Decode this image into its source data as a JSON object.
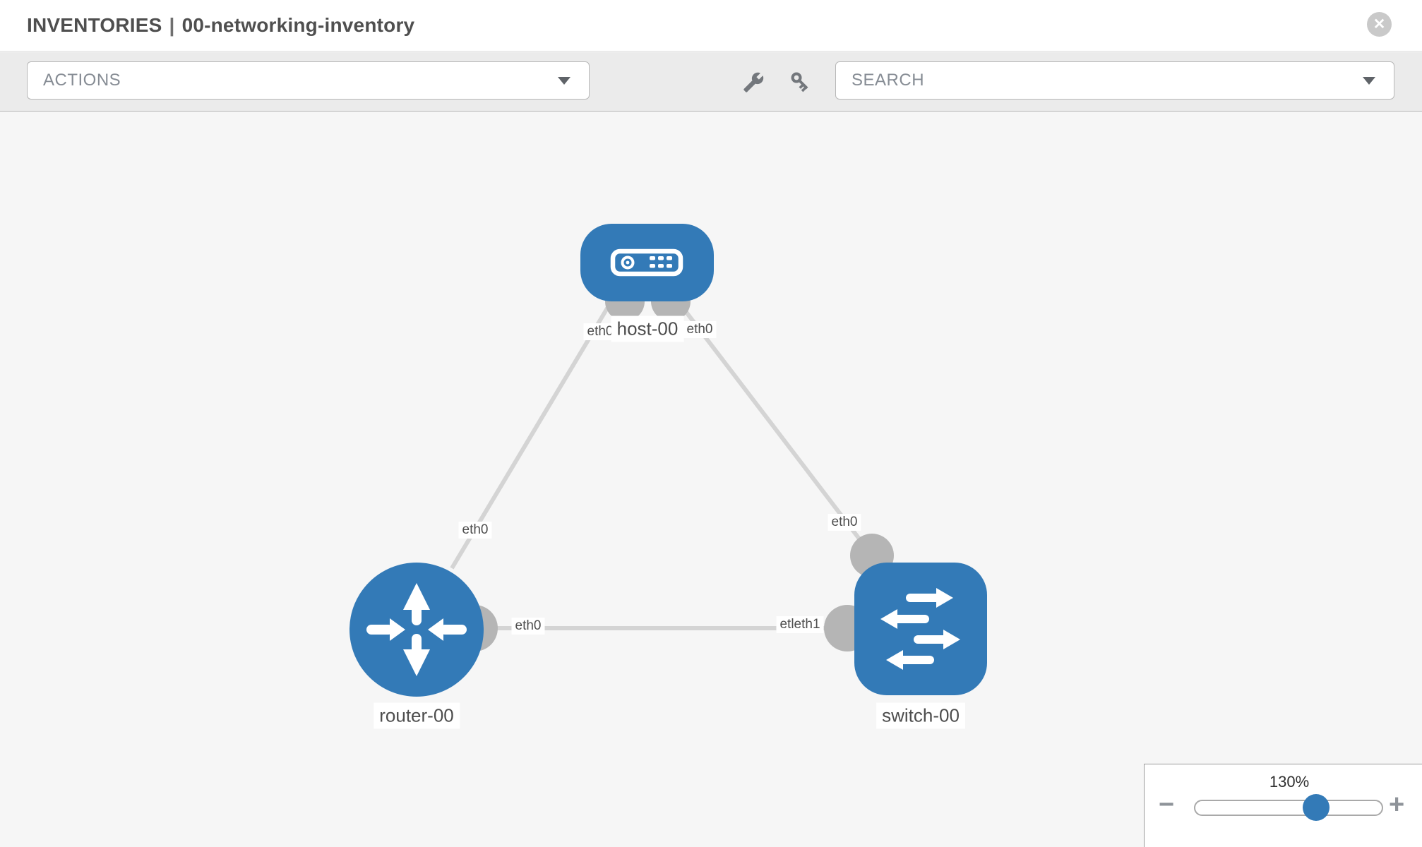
{
  "header": {
    "section": "INVENTORIES",
    "separator": "|",
    "inventory_name": "00-networking-inventory",
    "close_glyph": "✕"
  },
  "toolbar": {
    "actions_label": "ACTIONS",
    "search_label": "SEARCH",
    "icons": [
      "wrench-icon",
      "key-icon"
    ]
  },
  "topology": {
    "nodes": [
      {
        "id": "host-00",
        "label": "host-00",
        "type": "host"
      },
      {
        "id": "router-00",
        "label": "router-00",
        "type": "router"
      },
      {
        "id": "switch-00",
        "label": "switch-00",
        "type": "switch"
      }
    ],
    "links": [
      {
        "from": "host-00",
        "to": "router-00",
        "from_interface": "eth0",
        "to_interface": "eth0"
      },
      {
        "from": "host-00",
        "to": "switch-00",
        "from_interface": "eth0",
        "to_interface": "eth0"
      },
      {
        "from": "router-00",
        "to": "switch-00",
        "from_interface": "eth0",
        "to_interface": "etleth1"
      }
    ]
  },
  "zoom_control": {
    "level": "130%",
    "zoom_out_glyph": "−",
    "zoom_in_glyph": "+"
  },
  "colors": {
    "node_blue": "#337ab7",
    "link_gray": "#d4d4d4",
    "interface_gray": "#b5b5b5",
    "toolbar_bg": "#ebebeb",
    "canvas_bg": "#f6f6f6"
  }
}
